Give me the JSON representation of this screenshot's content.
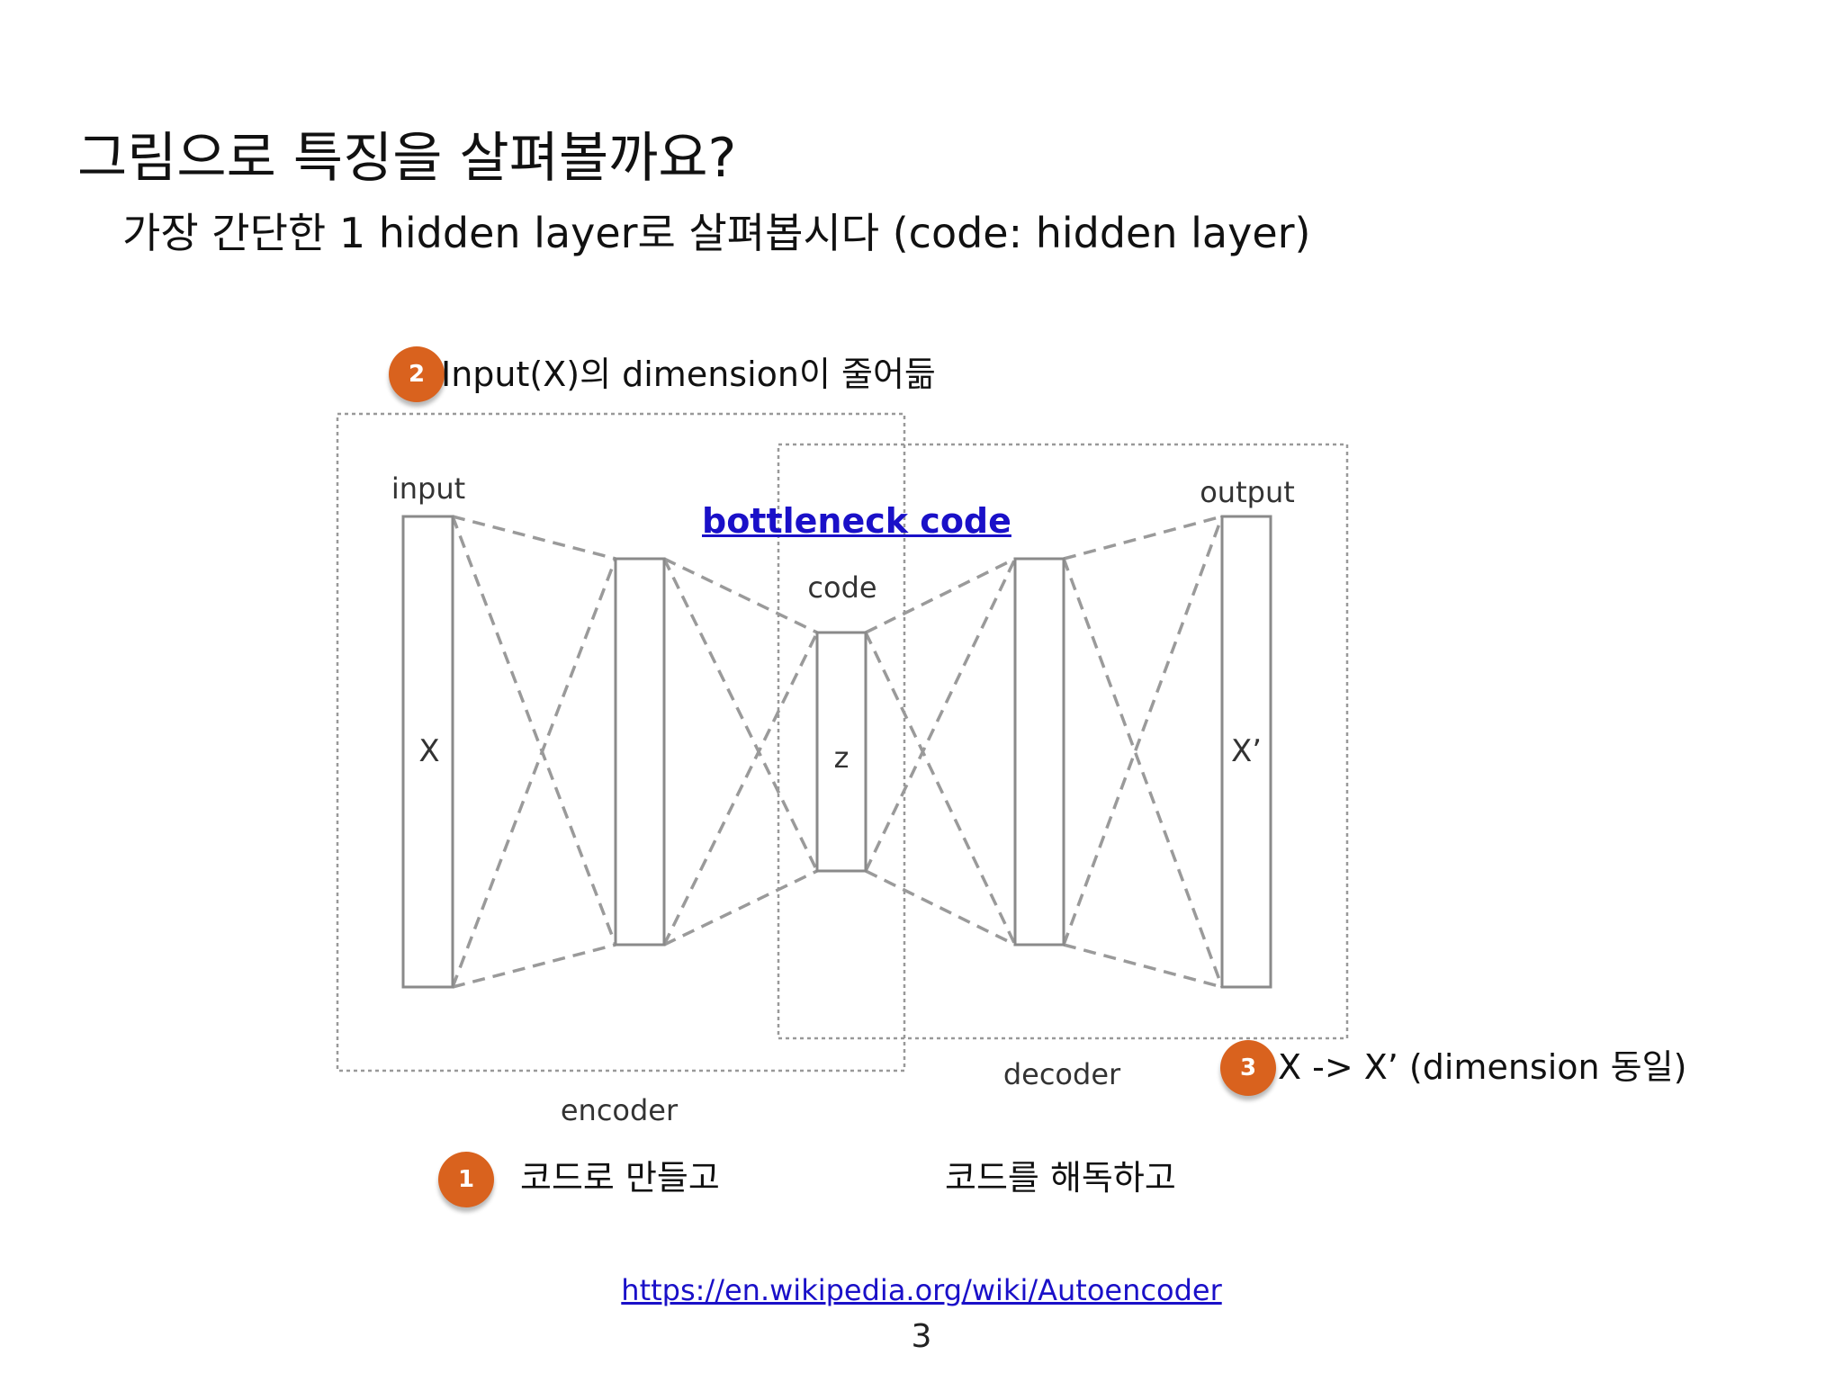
{
  "title": "그림으로 특징을 살펴볼까요?",
  "subtitle": "가장 간단한 1 hidden layer로 살펴봅시다 (code: hidden layer)",
  "diagram": {
    "input_label": "input",
    "output_label": "output",
    "code_label": "code",
    "x_label": "X",
    "z_label": "z",
    "xprime_label": "X’",
    "encoder_label": "encoder",
    "decoder_label": "decoder",
    "bottleneck_link": "bottleneck code"
  },
  "annotations": {
    "badge1": "1",
    "badge2": "2",
    "badge3": "3",
    "note1": "코드로 만들고",
    "note_decode": "코드를 해독하고",
    "note2": "Input(X)의 dimension이 줄어듦",
    "note3": "X -> X’ (dimension 동일)"
  },
  "footer": {
    "link": "https://en.wikipedia.org/wiki/Autoencoder",
    "page_number": "3"
  },
  "colors": {
    "badge": "#d9621e",
    "link": "#1a10c8"
  }
}
